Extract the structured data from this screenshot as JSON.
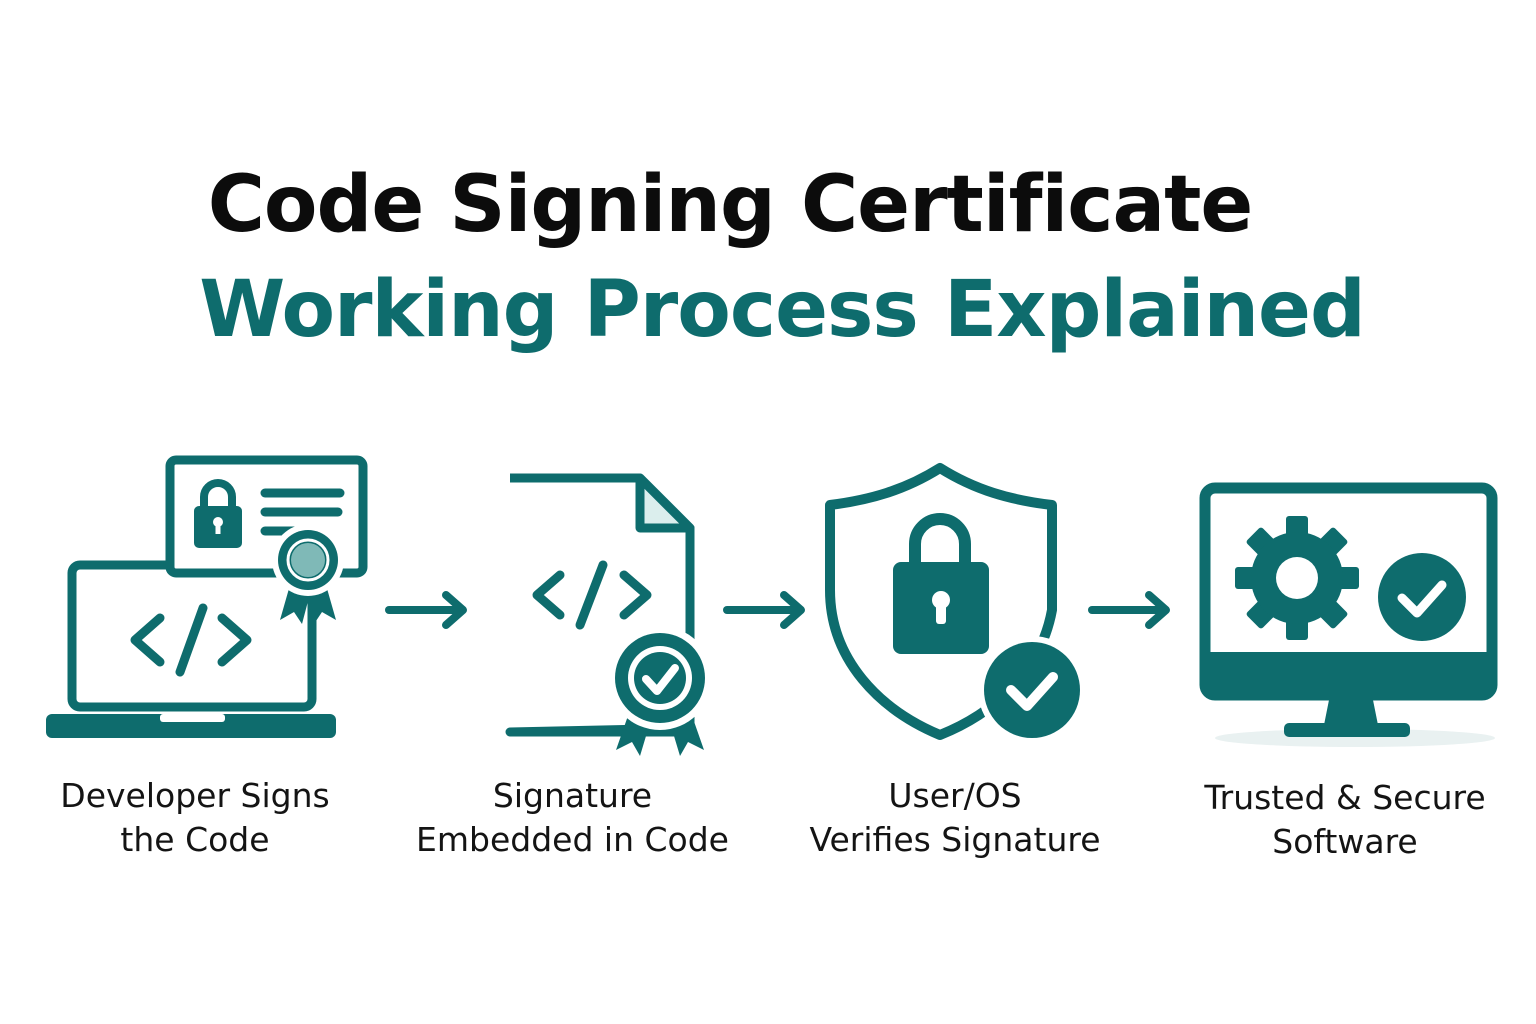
{
  "title": {
    "line1": "Code Signing Certificate",
    "line2": "Working Process Explained"
  },
  "colors": {
    "accent": "#0e6c6d",
    "light_accent": "#dbeeed",
    "text": "#141414",
    "shadow": "#e9f1f1"
  },
  "steps": [
    {
      "icon": "laptop-code-certificate-icon",
      "label_line1": "Developer Signs",
      "label_line2": "the Code"
    },
    {
      "icon": "code-file-seal-icon",
      "label_line1": "Signature",
      "label_line2": "Embedded in Code"
    },
    {
      "icon": "shield-lock-check-icon",
      "label_line1": "User/OS",
      "label_line2": "Verifies Signature"
    },
    {
      "icon": "monitor-gear-check-icon",
      "label_line1": "Trusted & Secure",
      "label_line2": "Software"
    }
  ]
}
